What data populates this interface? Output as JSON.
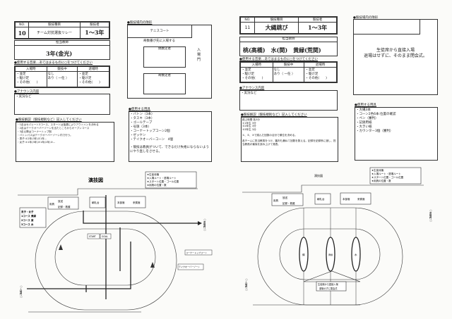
{
  "labels": {
    "no": "NO.",
    "event": "競技種目",
    "participants": "競技者",
    "teacher": "担当教師",
    "music": "●使用する音楽…あてはまるものに○をつけてください",
    "entry": "入場時",
    "during": "競技中",
    "exit": "退場時",
    "march": "・並足",
    "run": "・駆け足",
    "other": "・その他(　　)",
    "none": "なし",
    "yes": "あり（ 一任 ）",
    "announce": "●アナウンス内容",
    "announce_text": "・実況など",
    "explain": "●競技解説（競技規則など）記入してください",
    "field": "●競技場内の隊形",
    "tools": "●使用する用具",
    "diagram_title": "演技図",
    "legend": [
      "★生徒待機",
      "★入場ルート・退場ルート",
      "★スタート位置・ゴール位置",
      "★用具の位置・数"
    ],
    "tent1": "用具",
    "tent1a": "放送",
    "tent1b": "記録・救護",
    "tent2": "朝礼台",
    "tent3": "本部席",
    "tent4": "来賓席",
    "entrance_gate": "○入場門○",
    "exit_gate": "○退場門○"
  },
  "form10": {
    "no": "10",
    "event": "チーム対抗選抜リレー",
    "participants": "1～3年",
    "teacher": "3年(金光)",
    "explain": [
      "・1走はセパレート3コース、スタートは抽選によりアウトインを決める",
      "・2走はテークオーバーゾーンを出たところからオープンコース",
      "・3走以降はコーナートップ制",
      "・バトンパスはテークオーバーゾーン内で行う。",
      "・男子:①2年(3年)②1年…",
      "・女子:①1年(3年)②1年(2年)③…"
    ],
    "field_top": "テニスコート",
    "field_note": "奇数番が先に入場する",
    "grp1": "偶数走者",
    "grp2": "奇数走者",
    "gate": "入場門",
    "tools": [
      "・バトン（3本）",
      "・タスキ（3本）",
      "・ゴールテープ",
      "・号旗（3本）",
      "・コーナートップコーン2個",
      "・ゼッケン",
      "・テイクオーバーコーン　4個",
      "",
      "・競技は教員がついて、できるだけ失格にならないようにやり直しをさせる。"
    ],
    "courses": [
      "男子・女子",
      "1コース 黄緑",
      "2コース 紫",
      "3コース 水"
    ],
    "start": "START",
    "goal": "GOAL",
    "corner_cone": "コーナートップコーン",
    "takeover_cone": "テイクオーバーゾーン"
  },
  "form11": {
    "no": "11",
    "event": "大縄跳び",
    "participants": "1～3年",
    "teacher": "桃(高橋)　水(関)　黄緑(荒関)",
    "explain": [
      "跳ぶ時間 各3分",
      "①1年生 3分",
      "②2年生 3分",
      "③3年生 3分",
      "",
      "①、②、③で跳んだ回数の合計で順位を決める。",
      "",
      "各チームに担当教員をつけ、審判も兼ねて回数を数える。記録を記録係に渡し、担当教員が最後を読み上げて発表。"
    ],
    "field_text": [
      "生徒席から直接入場",
      "退場はせずに、そのまま閉会式。"
    ],
    "tools": [
      "・大縄3本",
      "・コーン2色6本:位置の確認",
      "・ペン（審判）",
      "・記録用紙",
      "・大きい紙",
      "・カウンター3個（審判）"
    ],
    "teams": [
      "緑",
      "黄緑",
      "水"
    ],
    "note": [
      "生徒席から直接入場",
      "退場せずに閉会式"
    ]
  }
}
